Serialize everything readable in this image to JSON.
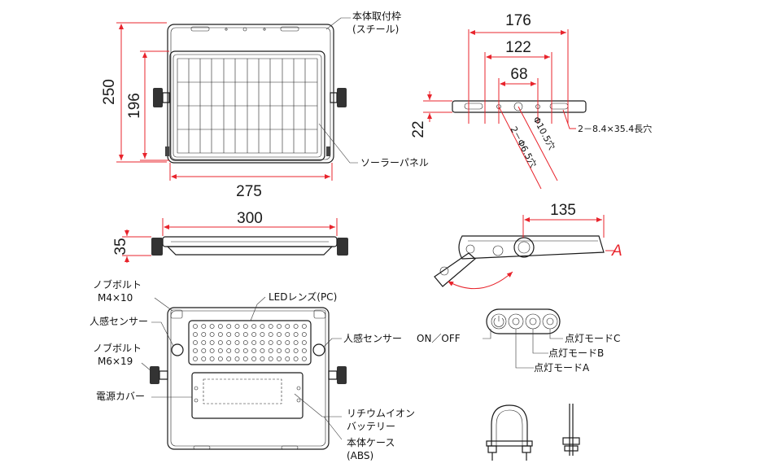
{
  "dimensions": {
    "front_height": "250",
    "panel_height": "196",
    "panel_width": "275",
    "side_width": "300",
    "side_depth": "35",
    "bracket_176": "176",
    "bracket_122": "122",
    "bracket_68": "68",
    "bracket_22": "22",
    "angle_135": "135",
    "angle_A": "A"
  },
  "labels": {
    "mount_frame_1": "本体取付枠",
    "mount_frame_2": "(スチール)",
    "solar_panel": "ソーラーパネル",
    "slot_holes": "2－8.4×35.4長穴",
    "hole_105": "Φ10.5穴",
    "hole_65": "2－Φ6.5穴",
    "knob_bolt_1a": "ノブボルト",
    "knob_bolt_1b": "M4×10",
    "sensor_left": "人感センサー",
    "knob_bolt_2a": "ノブボルト",
    "knob_bolt_2b": "M6×19",
    "battery_cover": "電源カバー",
    "led_lens": "LEDレンズ(PC)",
    "sensor_right": "人感センサー",
    "on_off": "ON／OFF",
    "mode_c": "点灯モードC",
    "mode_b": "点灯モードB",
    "mode_a": "点灯モードA",
    "battery_1": "リチウムイオン",
    "battery_2": "バッテリー",
    "body_case_1": "本体ケース",
    "body_case_2": "(ABS)"
  },
  "colors": {
    "dimension_red": "#e8242c",
    "line_black": "#1a1a1a"
  }
}
